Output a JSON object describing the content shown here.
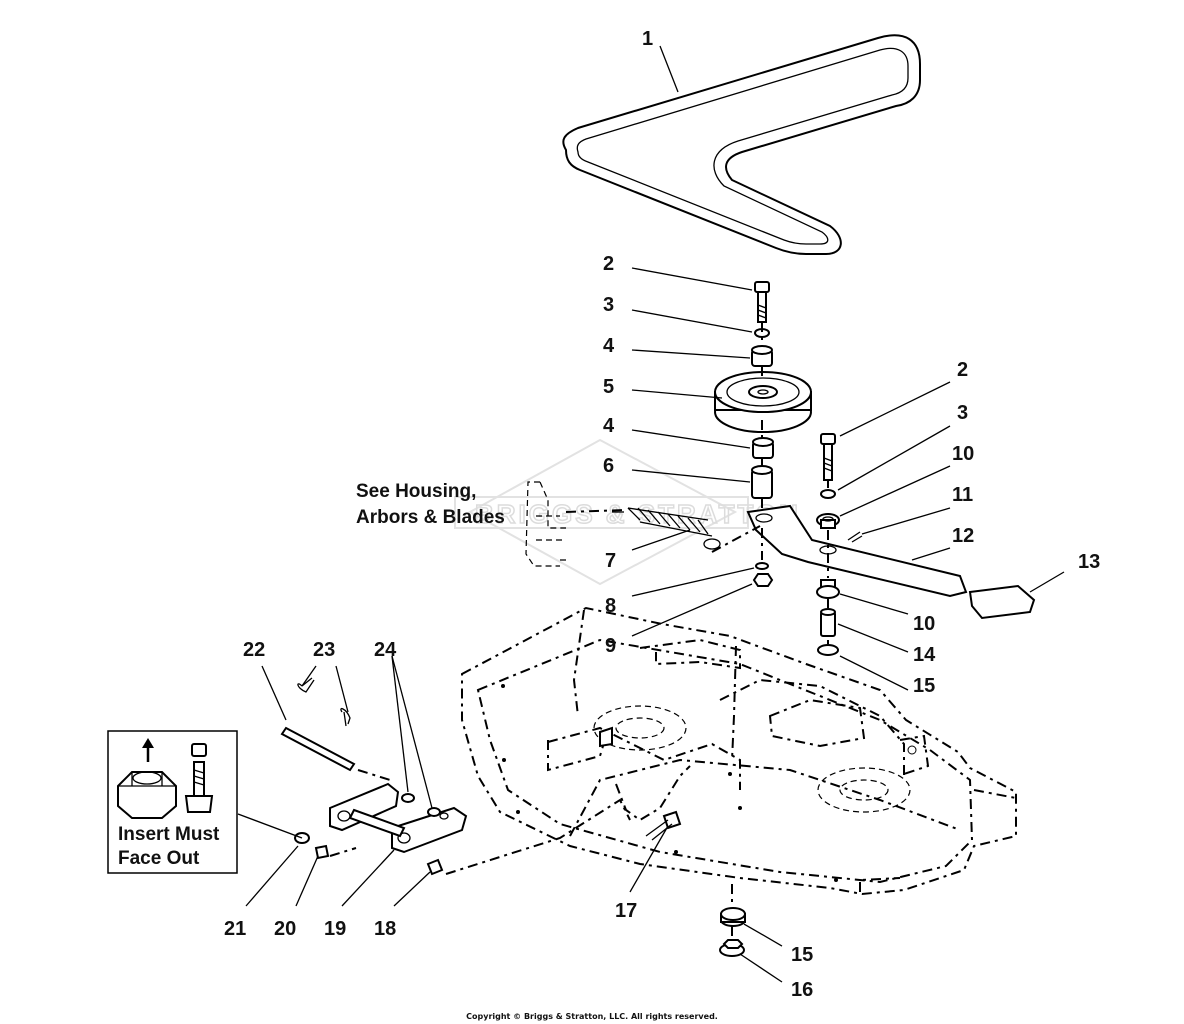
{
  "callouts": [
    {
      "id": "c1",
      "text": "1"
    },
    {
      "id": "c2a",
      "text": "2"
    },
    {
      "id": "c3a",
      "text": "3"
    },
    {
      "id": "c4a",
      "text": "4"
    },
    {
      "id": "c5",
      "text": "5"
    },
    {
      "id": "c4b",
      "text": "4"
    },
    {
      "id": "c6",
      "text": "6"
    },
    {
      "id": "c7",
      "text": "7"
    },
    {
      "id": "c8",
      "text": "8"
    },
    {
      "id": "c9",
      "text": "9"
    },
    {
      "id": "c2b",
      "text": "2"
    },
    {
      "id": "c3b",
      "text": "3"
    },
    {
      "id": "c10a",
      "text": "10"
    },
    {
      "id": "c11",
      "text": "11"
    },
    {
      "id": "c12",
      "text": "12"
    },
    {
      "id": "c13",
      "text": "13"
    },
    {
      "id": "c10b",
      "text": "10"
    },
    {
      "id": "c14",
      "text": "14"
    },
    {
      "id": "c15a",
      "text": "15"
    },
    {
      "id": "c22",
      "text": "22"
    },
    {
      "id": "c23",
      "text": "23"
    },
    {
      "id": "c24",
      "text": "24"
    },
    {
      "id": "c21",
      "text": "21"
    },
    {
      "id": "c20",
      "text": "20"
    },
    {
      "id": "c19",
      "text": "19"
    },
    {
      "id": "c18",
      "text": "18"
    },
    {
      "id": "c17",
      "text": "17"
    },
    {
      "id": "c15b",
      "text": "15"
    },
    {
      "id": "c16",
      "text": "16"
    }
  ],
  "see_housing": {
    "line1": "See Housing,",
    "line2": "Arbors & Blades"
  },
  "inset": {
    "line1": "Insert Must",
    "line2": "Face Out"
  },
  "watermark": "BRIGGS & STRATTON",
  "copyright": "Copyright © Briggs & Stratton, LLC. All rights reserved."
}
